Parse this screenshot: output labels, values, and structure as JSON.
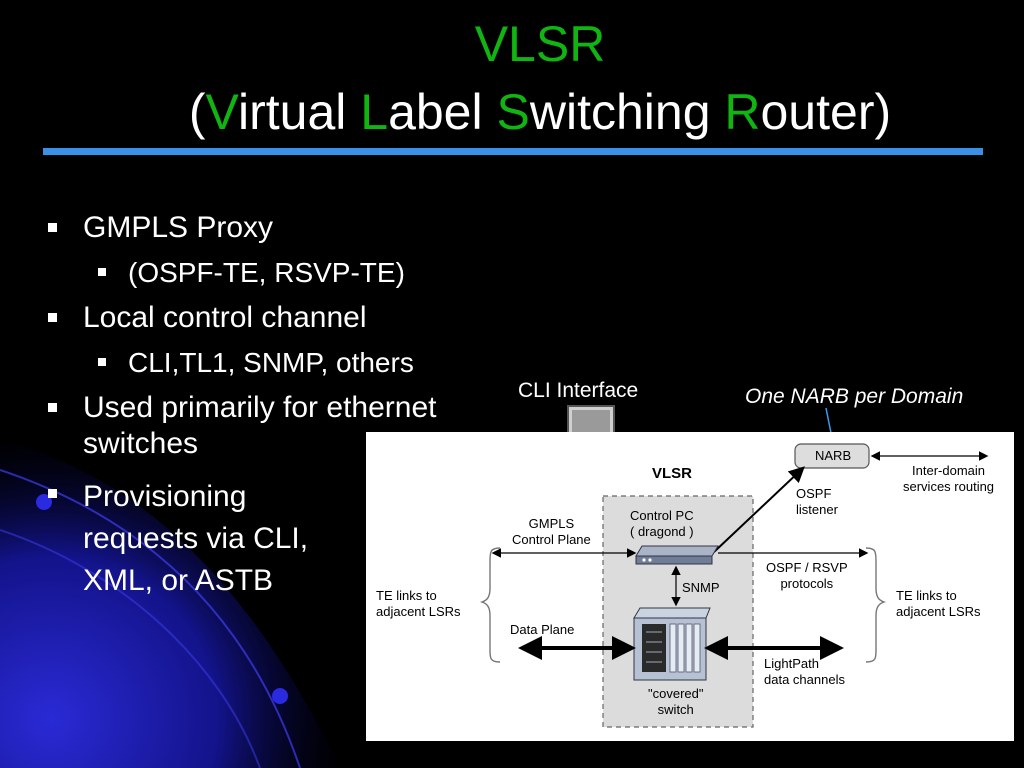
{
  "title": {
    "line1": "VLSR",
    "open": "(",
    "v": "V",
    "irtual": "irtual ",
    "l": "L",
    "abel": "abel ",
    "s": "S",
    "witching": "witching ",
    "r": "R",
    "outer": "outer)"
  },
  "bullets": [
    {
      "text": "GMPLS Proxy"
    },
    {
      "text": "(OSPF-TE, RSVP-TE)"
    },
    {
      "text": "Local control channel"
    },
    {
      "text": "CLI,TL1, SNMP, others"
    },
    {
      "text_line1": "Used primarily for ethernet",
      "text_line2": "switches"
    },
    {
      "text_line1": "Provisioning",
      "text_line2": "requests via CLI,",
      "text_line3": "XML, or ASTB"
    }
  ],
  "labels": {
    "cli_interface": "CLI Interface",
    "narb_note": "One NARB per Domain"
  },
  "diagram": {
    "vlsr": "VLSR",
    "narb": "NARB",
    "inter_domain_1": "Inter-domain",
    "inter_domain_2": "services routing",
    "ospf_listener_1": "OSPF",
    "ospf_listener_2": "listener",
    "control_pc_1": "Control PC",
    "control_pc_2": "( dragond )",
    "gmpls_1": "GMPLS",
    "gmpls_2": "Control Plane",
    "ospf_rsvp_1": "OSPF / RSVP",
    "ospf_rsvp_2": "protocols",
    "snmp": "SNMP",
    "te_left_1": "TE links to",
    "te_left_2": "adjacent LSRs",
    "te_right_1": "TE links to",
    "te_right_2": "adjacent LSRs",
    "data_plane": "Data Plane",
    "lightpath_1": "LightPath",
    "lightpath_2": "data channels",
    "covered_1": "\"covered\"",
    "covered_2": "switch"
  },
  "colors": {
    "background": "#000000",
    "title_green": "#11b511",
    "rule_blue": "#3a8fe6",
    "diagram_bg": "#ffffff"
  }
}
